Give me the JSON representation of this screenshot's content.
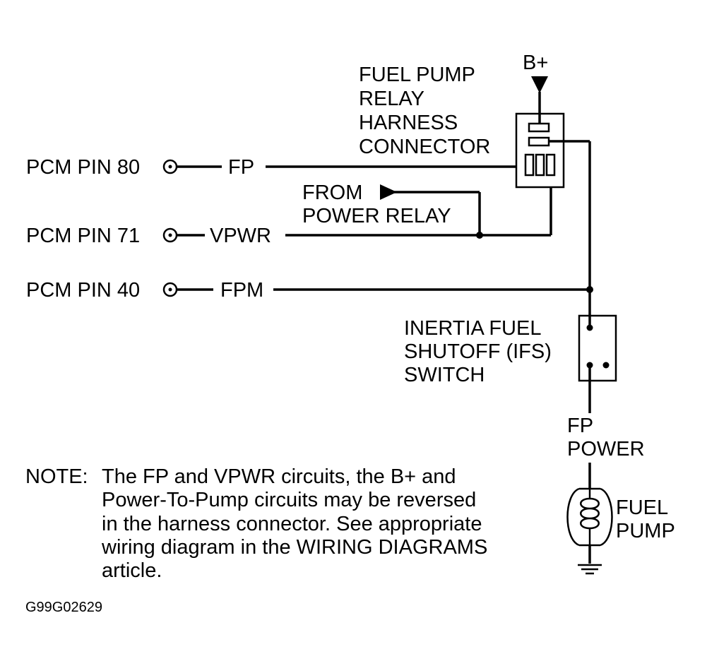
{
  "diagram": {
    "pins": [
      {
        "label": "PCM PIN 80",
        "circuit": "FP"
      },
      {
        "label": "PCM PIN 71",
        "circuit": "VPWR"
      },
      {
        "label": "PCM PIN 40",
        "circuit": "FPM"
      }
    ],
    "battery_label": "B+",
    "relay_connector": {
      "lines": [
        "FUEL PUMP",
        "RELAY",
        "HARNESS",
        "CONNECTOR"
      ]
    },
    "power_relay": {
      "lines": [
        "FROM",
        "POWER RELAY"
      ]
    },
    "ifs_switch": {
      "lines": [
        "INERTIA FUEL",
        "SHUTOFF (IFS)",
        "SWITCH"
      ]
    },
    "fp_power": {
      "lines": [
        "FP",
        "POWER"
      ]
    },
    "fuel_pump": {
      "lines": [
        "FUEL",
        "PUMP"
      ]
    },
    "note": {
      "prefix": "NOTE:",
      "lines": [
        "The FP and VPWR circuits, the B+ and",
        "Power-To-Pump circuits may be reversed",
        "in the harness connector.  See appropriate",
        "wiring diagram in the WIRING DIAGRAMS",
        "article."
      ]
    },
    "figure_code": "G99G02629"
  }
}
